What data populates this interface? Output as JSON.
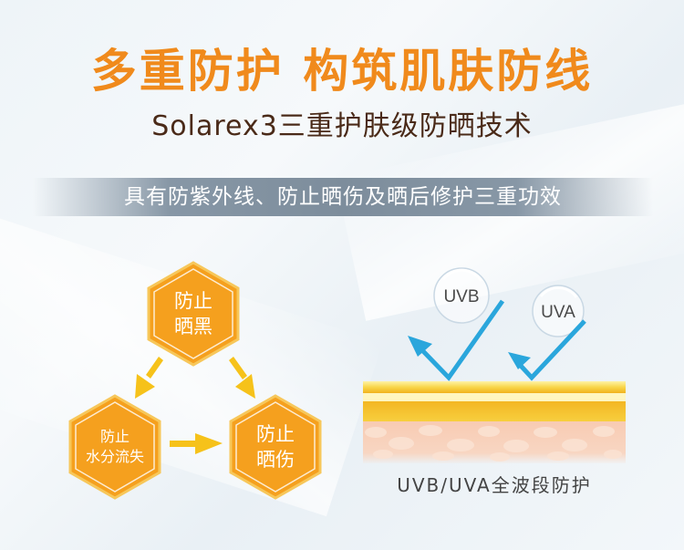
{
  "header": {
    "title": "多重防护  构筑肌肤防线",
    "subtitle": "Solarex3三重护肤级防晒技术"
  },
  "banner": {
    "text": "具有防紫外线、防止晒伤及晒后修护三重功效"
  },
  "cycle": {
    "top": {
      "line1": "防止",
      "line2": "晒黑"
    },
    "left": {
      "line1": "防止",
      "line2": "水分流失"
    },
    "right": {
      "line1": "防止",
      "line2": "晒伤"
    }
  },
  "skin_diagram": {
    "uvb_label": "UVB",
    "uva_label": "UVA",
    "caption": "UVB/UVA全波段防护"
  },
  "colors": {
    "title_orange": "#f08a1c",
    "hex_fill": "#f5a01e",
    "arrow_yellow": "#f6c21a",
    "ray_blue": "#2aa6dc",
    "skin_pink": "#f6cdb6"
  }
}
